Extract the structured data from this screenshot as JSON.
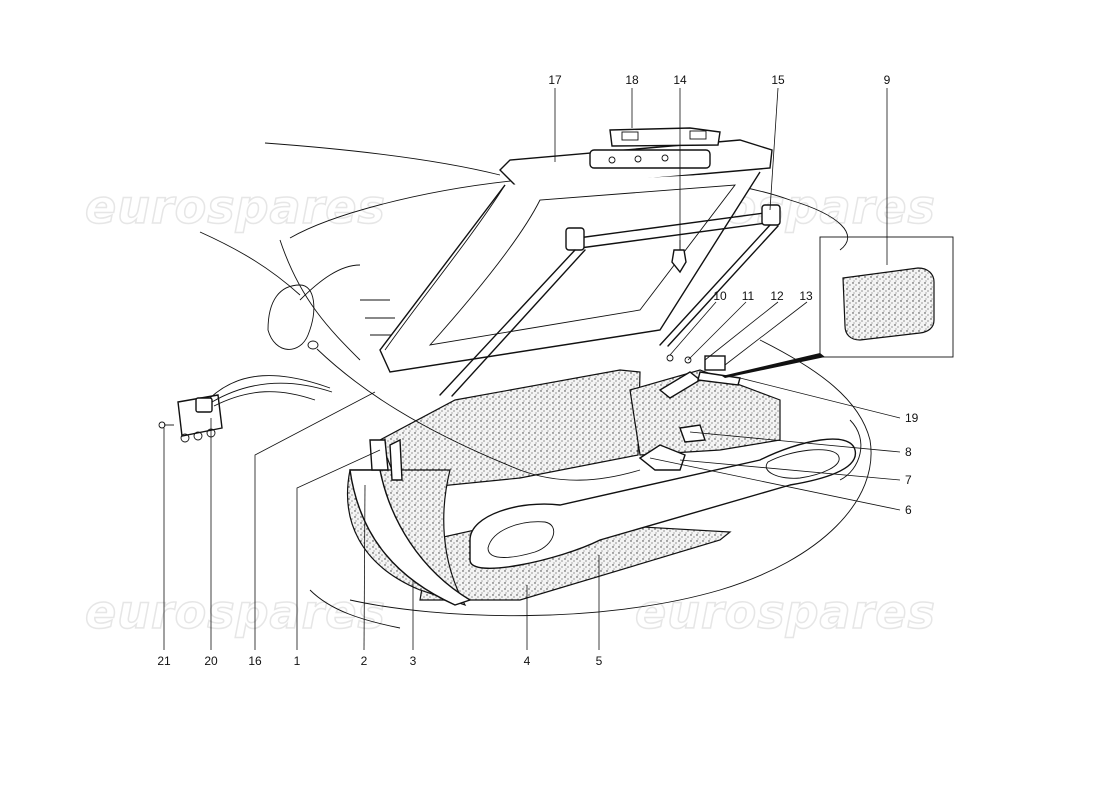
{
  "watermark": {
    "text": "eurospares",
    "color": "#e6e6e6"
  },
  "callouts": {
    "c1": "1",
    "c2": "2",
    "c3": "3",
    "c4": "4",
    "c5": "5",
    "c6": "6",
    "c7": "7",
    "c8": "8",
    "c9": "9",
    "c10": "10",
    "c11": "11",
    "c12": "12",
    "c13": "13",
    "c14": "14",
    "c15": "15",
    "c16": "16",
    "c17": "17",
    "c18": "18",
    "c19": "19",
    "c20": "20",
    "c21": "21"
  }
}
